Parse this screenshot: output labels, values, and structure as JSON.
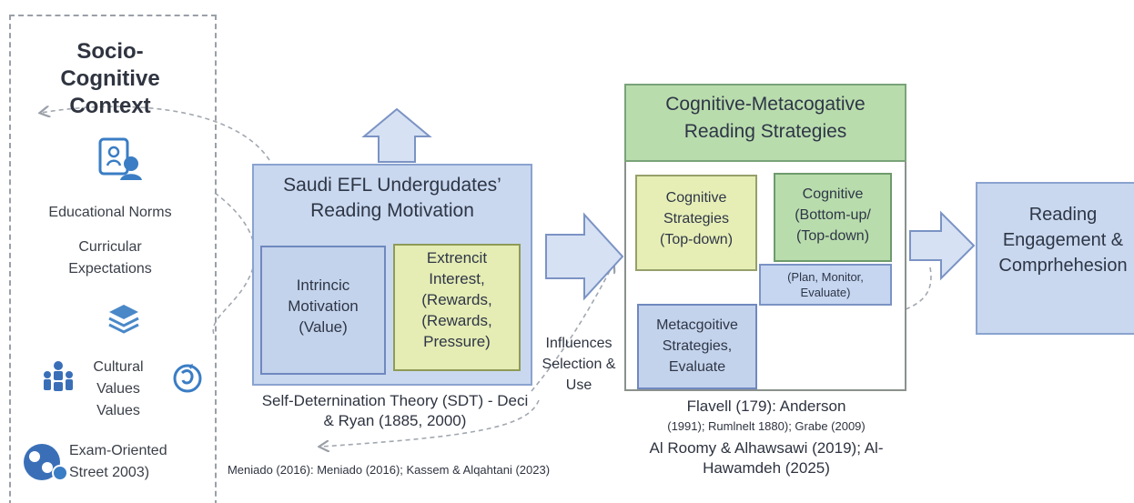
{
  "context": {
    "title": "Socio-Cognitive Context",
    "items": {
      "norms": "Educational Norms",
      "curricular": "Curricular Expectations",
      "cultural": "Cultural Values Values",
      "exam": "Exam-Oriented Street 2003)"
    }
  },
  "motivation": {
    "title": "Saudi EFL Undergudates’ Reading Motivation",
    "intrinsic": "Intrincic Motivation (Value)",
    "extrinsic": "Extrencit Interest, (Rewards, (Rewards, Pressure)",
    "theory": "Self-Deternination Theory (SDT) - Deci & Ryan (1885, 2000)",
    "refs": "Meniado (2016): Meniado (2016); Kassem & Alqahtani (2023)"
  },
  "influence_label": "Influences Selection & Use",
  "strategies": {
    "title": "Cognitive-Metacogative Reading Strategies",
    "cog_topdown": "Cognitive Strategies (Top-down)",
    "cog_bottomup": "Cognitive (Bottom-up/ (Top-down)",
    "plan": "(Plan, Monitor, Evaluate)",
    "meta": "Metacgoitive Strategies, Evaluate",
    "cite_1": "Flavell (179): Anderson",
    "cite_2": "(1991); Rumlnelt 1880); Grabe (2009)",
    "cite_3": "Al Roomy & Alhawsawi (2019); Al-Hawamdeh (2025)"
  },
  "outcome": {
    "title": "Reading Engagement & Comprhehesion"
  },
  "colors": {
    "blue_fill": "#c9d8ef",
    "green_fill": "#b9dcad",
    "yellow_fill": "#e5ecb4",
    "arrow_fill": "#d6e1f3",
    "icon_blue": "#3a7dc4"
  }
}
